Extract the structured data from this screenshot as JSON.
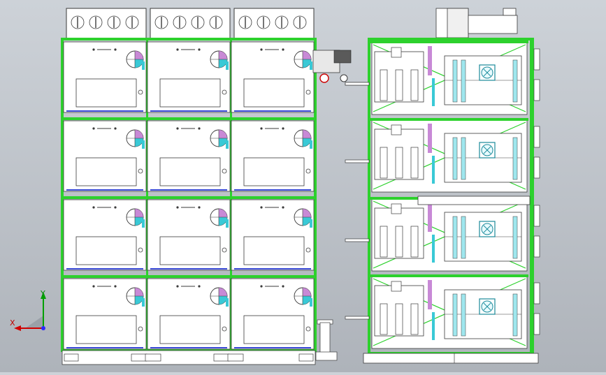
{
  "scene": {
    "background_top": "#cdd2d8",
    "background_bottom": "#aeb3ba",
    "frame_color": "#2dd12d",
    "cabinet_fill": "#ffffff",
    "line_color": "#3a3a3a"
  },
  "axis": {
    "x_label": "X",
    "y_label": "Y",
    "x_color": "#d00000",
    "y_color": "#00a000",
    "z_color": "#2a2aff"
  },
  "left_unit": {
    "columns": 3,
    "rows": 4,
    "meter_groups": 3
  },
  "right_unit": {
    "shelves": 4
  }
}
